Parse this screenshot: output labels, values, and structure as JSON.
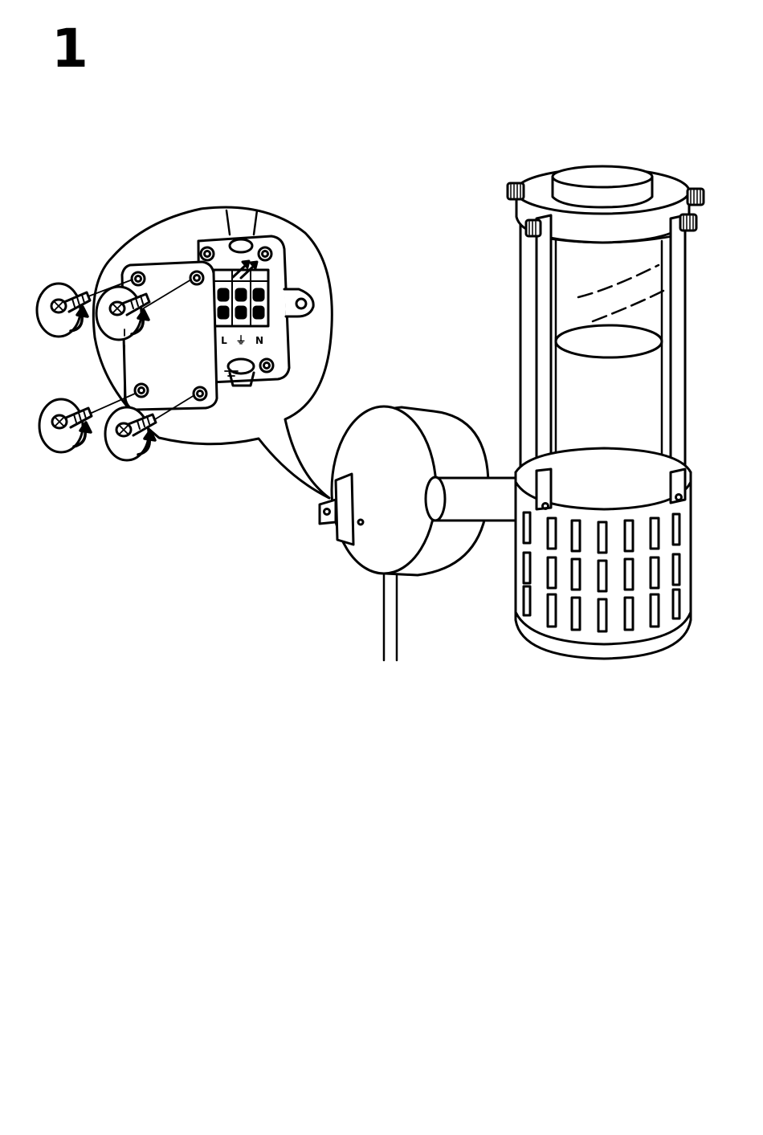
{
  "step": {
    "number": "1"
  },
  "terminal_labels": {
    "live": "L",
    "earth": "⏚",
    "neutral": "N"
  },
  "icons": [
    "screw-icon",
    "rotate-arrow-icon",
    "junction-box-icon",
    "wall-lamp-icon"
  ],
  "colors": {
    "line": "#000000",
    "background": "#ffffff"
  }
}
